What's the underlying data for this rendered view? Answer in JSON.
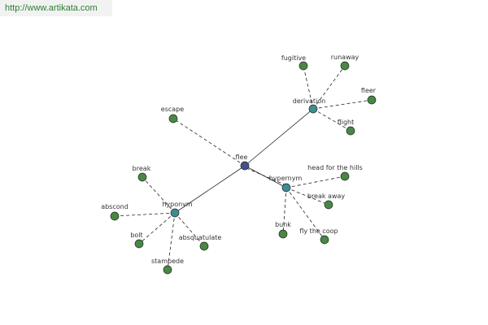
{
  "header": {
    "url": "http://www.artikata.com"
  },
  "colors": {
    "center": "#46508e",
    "category": "#3f8c93",
    "leaf": "#4a8744",
    "stroke": "#1e2a1e"
  },
  "graph": {
    "center": {
      "id": "flee",
      "label": "flee"
    },
    "categories": [
      {
        "id": "derivation",
        "label": "derivation"
      },
      {
        "id": "hyponym",
        "label": "hyponym"
      },
      {
        "id": "hypernym",
        "label": "hypernym"
      }
    ],
    "leaves": [
      {
        "id": "fugitive",
        "label": "fugitive",
        "parent": "derivation"
      },
      {
        "id": "runaway",
        "label": "runaway",
        "parent": "derivation"
      },
      {
        "id": "fleer",
        "label": "fleer",
        "parent": "derivation"
      },
      {
        "id": "flight",
        "label": "flight",
        "parent": "derivation"
      },
      {
        "id": "escape",
        "label": "escape",
        "parent": "flee"
      },
      {
        "id": "head-for-the-hills",
        "label": "head for the hills",
        "parent": "hypernym"
      },
      {
        "id": "break-away",
        "label": "break away",
        "parent": "hypernym"
      },
      {
        "id": "bunk",
        "label": "bunk",
        "parent": "hypernym"
      },
      {
        "id": "fly-the-coop",
        "label": "fly the coop",
        "parent": "hypernym"
      },
      {
        "id": "break",
        "label": "break",
        "parent": "hyponym"
      },
      {
        "id": "abscond",
        "label": "abscond",
        "parent": "hyponym"
      },
      {
        "id": "bolt",
        "label": "bolt",
        "parent": "hyponym"
      },
      {
        "id": "absquatulate",
        "label": "absquatulate",
        "parent": "hyponym"
      },
      {
        "id": "stampede",
        "label": "stampede",
        "parent": "hyponym"
      }
    ]
  }
}
